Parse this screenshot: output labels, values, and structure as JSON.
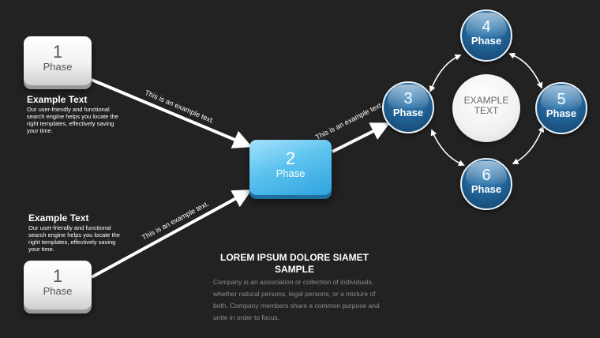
{
  "phases": {
    "phase1_top": {
      "number": "1",
      "label": "Phase"
    },
    "phase1_bottom": {
      "number": "1",
      "label": "Phase"
    },
    "phase2": {
      "number": "2",
      "label": "Phase"
    },
    "phase3": {
      "number": "3",
      "label": "Phase"
    },
    "phase4": {
      "number": "4",
      "label": "Phase"
    },
    "phase5": {
      "number": "5",
      "label": "Phase"
    },
    "phase6": {
      "number": "6",
      "label": "Phase"
    }
  },
  "center": {
    "line1": "EXAMPLE",
    "line2": "TEXT"
  },
  "descriptions": {
    "top": {
      "title": "Example Text",
      "body": "Our user-friendly and functional search engine helps you locate the right templates, effectively saving your time."
    },
    "bottom": {
      "title": "Example Text",
      "body": "Our user-friendly and functional search engine helps you locate the right templates, effectively saving your time."
    }
  },
  "arrow_labels": {
    "top_to_2": "This is an example text.",
    "bottom_to_2": "This is an example text.",
    "2_to_3": "This is an example text."
  },
  "summary": {
    "title": "LOREM IPSUM DOLORE SIAMET SAMPLE",
    "body": "Company is an association or collection of individuals, whether natural persons, legal persons, or a mixture of both. Company members share a common purpose and unite in order to focus."
  },
  "colors": {
    "background": "#222222",
    "phase_blue": "#205f92",
    "phase2_blue": "#5cc3ef",
    "arrow": "#ffffff"
  }
}
